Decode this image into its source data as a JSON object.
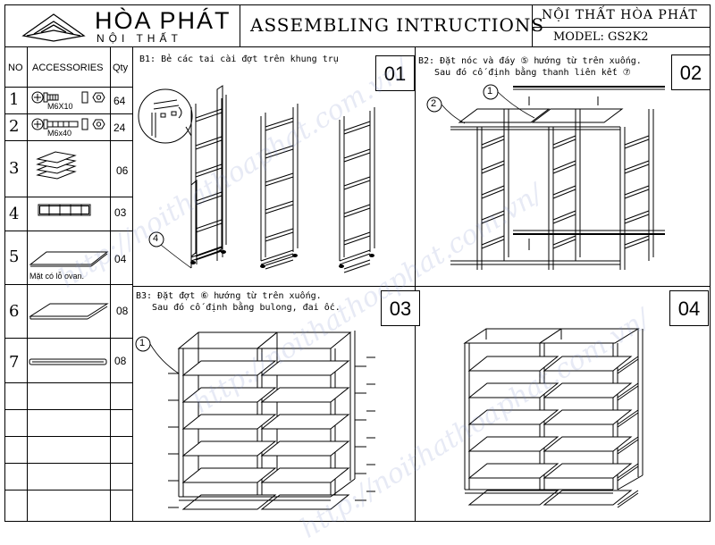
{
  "header": {
    "brand_name": "HÒA PHÁT",
    "brand_sub": "NỘI THẤT",
    "title": "ASSEMBLING INTRUCTIONS",
    "company": "NỘI THẤT HÒA PHÁT",
    "model": "MODEL: GS2K2"
  },
  "parts_table": {
    "headers": {
      "no": "NO",
      "accessories": "ACCESSORIES",
      "qty": "Qty"
    },
    "rows": [
      {
        "no": "1",
        "label": "M6X10",
        "qty": "64"
      },
      {
        "no": "2",
        "label": "M6x40",
        "qty": "24"
      },
      {
        "no": "3",
        "label": "",
        "qty": "06"
      },
      {
        "no": "4",
        "label": "",
        "qty": "03"
      },
      {
        "no": "5",
        "label": "Mặt có lỗ ovan.",
        "qty": "04"
      },
      {
        "no": "6",
        "label": "",
        "qty": "08"
      },
      {
        "no": "7",
        "label": "",
        "qty": "08"
      }
    ]
  },
  "steps": [
    {
      "num": "01",
      "caption": "B1: Bẻ các tai cài đợt trên khung trụ",
      "callouts": [
        "4"
      ]
    },
    {
      "num": "02",
      "caption": "B2: Đặt nóc và đáy ⑤ hướng từ trên xuống.\n   Sau đó cố định bằng thanh liên kết ⑦",
      "callouts": [
        "1",
        "2"
      ]
    },
    {
      "num": "03",
      "caption": "B3: Đặt đợt ⑥ hướng từ trên xuống.\n   Sau đó cố định bằng bulong, đai ốc.",
      "callouts": [
        "1"
      ]
    },
    {
      "num": "04",
      "caption": "",
      "callouts": []
    }
  ],
  "watermark": "http://noithathoaphat.com.vn/"
}
